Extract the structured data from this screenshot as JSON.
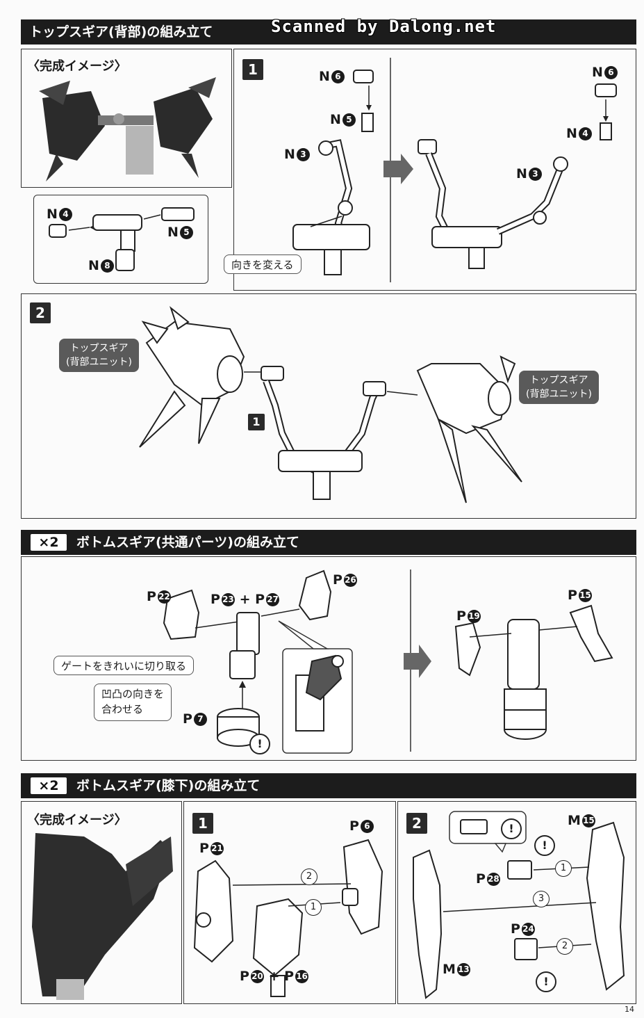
{
  "header1": {
    "title": "トップスギア(背部)の組み立て",
    "watermark": "Scanned by Dalong.net"
  },
  "section1": {
    "image_title": "〈完成イメージ〉",
    "step1": "1",
    "labels": {
      "n6a": "N",
      "n6a_num": "6",
      "n5a": "N",
      "n5a_num": "5",
      "n3a": "N",
      "n3a_num": "3",
      "n6b": "N",
      "n6b_num": "6",
      "n4b": "N",
      "n4b_num": "4",
      "n3b": "N",
      "n3b_num": "3",
      "n4c": "N",
      "n4c_num": "4",
      "n5c": "N",
      "n5c_num": "5",
      "n8c": "N",
      "n8c_num": "8"
    },
    "callout_turn": "向きを変える"
  },
  "section2": {
    "step2": "2",
    "left_unit": "トップスギア\n(背部ユニット)",
    "right_unit": "トップスギア\n(背部ユニット)",
    "ref_step": "1"
  },
  "header2": {
    "multiplier": "×2",
    "title": "ボトムスギア(共通パーツ)の組み立て"
  },
  "section3": {
    "p22": "P",
    "p22_num": "22",
    "p23p27": "P",
    "p23_num": "23",
    "plus": "+",
    "p27": "P",
    "p27_num": "27",
    "p26": "P",
    "p26_num": "26",
    "p15": "P",
    "p15_num": "15",
    "p19": "P",
    "p19_num": "19",
    "p7": "P",
    "p7_num": "7",
    "callout_gate": "ゲートをきれいに切り取る",
    "callout_align": "凹凸の向きを\n合わせる",
    "caution": "!"
  },
  "header3": {
    "multiplier": "×2",
    "title": "ボトムスギア(膝下)の組み立て"
  },
  "section4": {
    "image_title": "〈完成イメージ〉",
    "step1": "1",
    "step2": "2",
    "p21": "P",
    "p21_num": "21",
    "p6": "P",
    "p6_num": "6",
    "p20": "P",
    "p20_num": "20",
    "plus": "+",
    "p16": "P",
    "p16_num": "16",
    "m15": "M",
    "m15_num": "15",
    "p28": "P",
    "p28_num": "28",
    "p24": "P",
    "p24_num": "24",
    "m13": "M",
    "m13_num": "13",
    "order1": "1",
    "order2": "2",
    "order3": "3",
    "caution": "!"
  },
  "page_number": "14"
}
